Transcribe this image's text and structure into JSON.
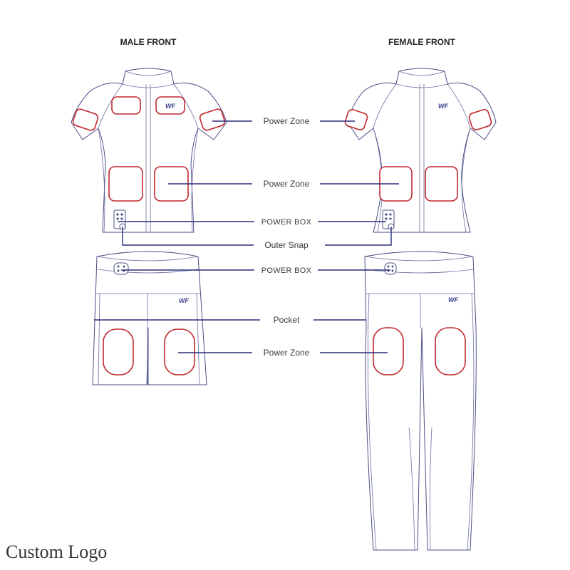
{
  "headings": {
    "male": "MALE  FRONT",
    "female": "FEMALE FRONT"
  },
  "callouts": {
    "power_zone_sleeve": "Power Zone",
    "power_zone_torso": "Power Zone",
    "power_box_top": "POWER BOX",
    "outer_snap": "Outer Snap",
    "power_box_bottom": "POWER BOX",
    "pocket": "Pocket",
    "power_zone_leg": "Power Zone"
  },
  "brand_mark": "WF",
  "footer": {
    "custom_logo": "Custom Logo"
  },
  "colors": {
    "outline": "#4a4f86",
    "power_zone": "#c0282e",
    "leader_line": "#2b2f7a"
  }
}
